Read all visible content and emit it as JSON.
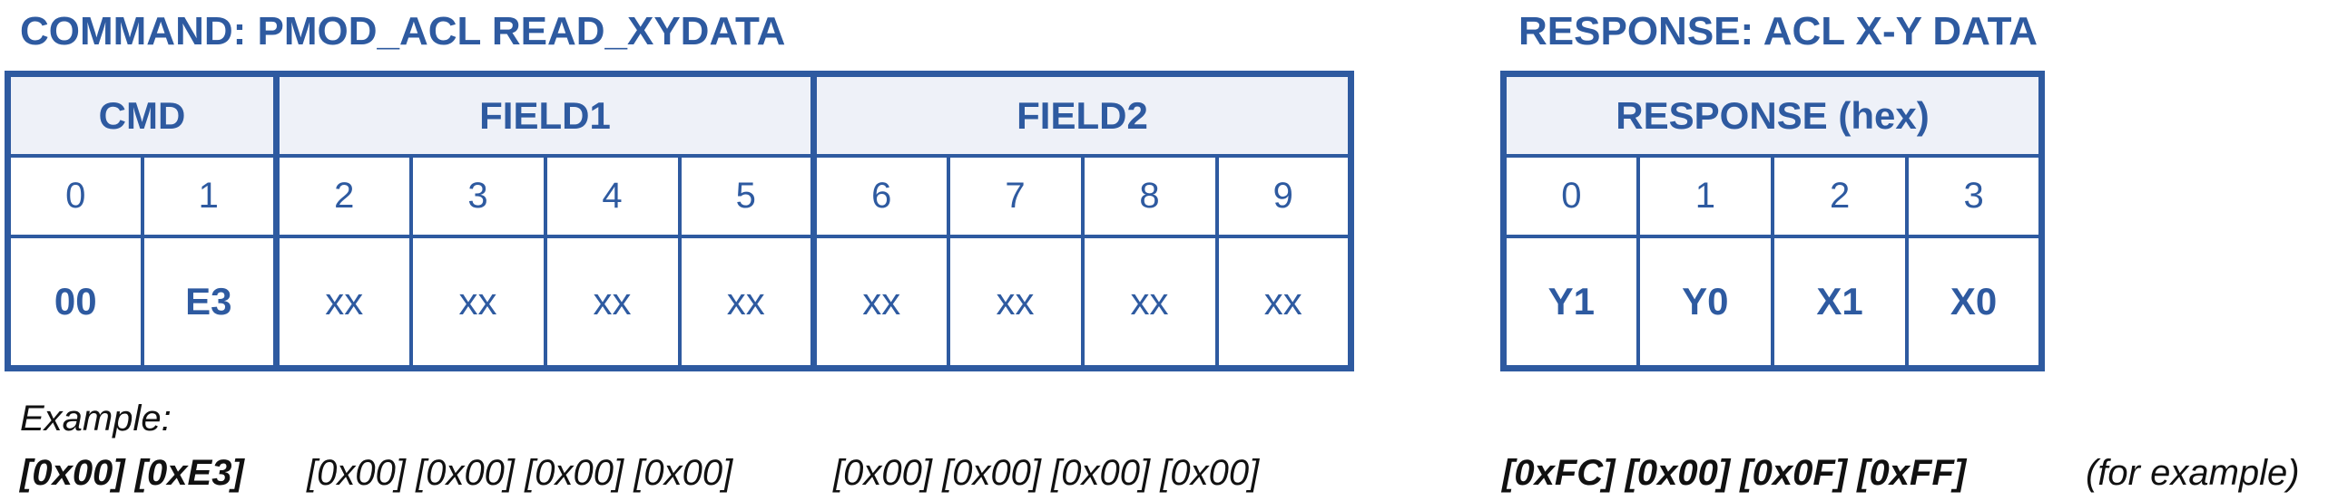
{
  "command": {
    "title": "COMMAND: PMOD_ACL READ_XYDATA",
    "groups": [
      "CMD",
      "FIELD1",
      "FIELD2"
    ],
    "indices": [
      "0",
      "1",
      "2",
      "3",
      "4",
      "5",
      "6",
      "7",
      "8",
      "9"
    ],
    "values": [
      "00",
      "E3",
      "xx",
      "xx",
      "xx",
      "xx",
      "xx",
      "xx",
      "xx",
      "xx"
    ]
  },
  "response": {
    "title": "RESPONSE: ACL X-Y DATA",
    "group": "RESPONSE (hex)",
    "indices": [
      "0",
      "1",
      "2",
      "3"
    ],
    "values": [
      "Y1",
      "Y0",
      "X1",
      "X0"
    ]
  },
  "example": {
    "label": "Example:",
    "cmd_bytes": "[0x00] [0xE3]",
    "field1_bytes": "[0x00] [0x00] [0x00] [0x00]",
    "field2_bytes": "[0x00] [0x00] [0x00] [0x00]",
    "response_bytes": "[0xFC]  [0x00] [0x0F] [0xFF]",
    "note": "(for example)"
  },
  "colors": {
    "accent": "#2e5aa0",
    "header_fill": "#eef1f8",
    "text": "#111111"
  }
}
